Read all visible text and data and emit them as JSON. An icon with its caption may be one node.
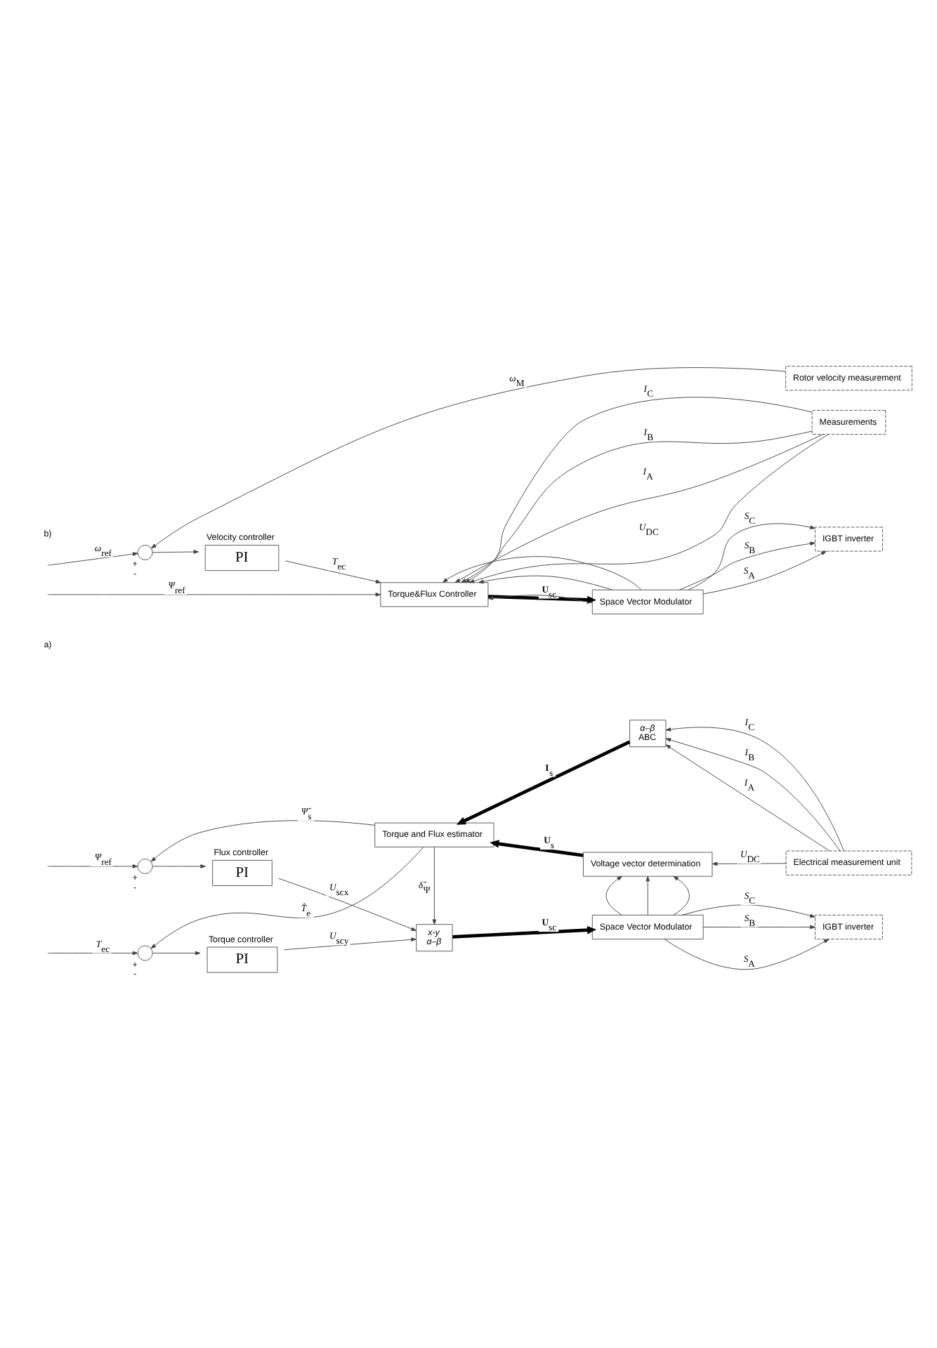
{
  "diagram": {
    "nodes": [
      {
        "text": [],
        "shape": "circle",
        "beside": [
          "+",
          "-"
        ]
      },
      {
        "text": [
          "Flux controller",
          "PI"
        ]
      },
      {
        "text": [],
        "shape": "circle",
        "beside": [
          "+",
          "-"
        ]
      },
      {
        "text": [
          "Torque controller",
          "PI"
        ]
      },
      {
        "text": [
          "*x-y*",
          "*α–β*"
        ]
      },
      {
        "text": [
          "Space Vector Modulator"
        ]
      },
      {
        "text": [
          "IGBT inverter"
        ]
      },
      {
        "text": [
          "Voltage vector determination"
        ]
      },
      {
        "text": [
          "Torque and Flux estimator"
        ]
      },
      {
        "text": [
          "*α–β*",
          "ABC"
        ]
      },
      {
        "text": [
          "Electrical measurement unit"
        ]
      },
      {
        "text": [],
        "shape": "circle",
        "beside": [
          "+",
          "-"
        ]
      },
      {
        "text": [
          "Velocity controller",
          "PI"
        ]
      },
      {
        "text": [
          "Torque&Flux Controller"
        ]
      },
      {
        "text": [
          "Space Vector Modulator"
        ]
      },
      {
        "text": [
          "IGBT inverter"
        ]
      },
      {
        "text": [
          "Measurements"
        ]
      },
      {
        "text": [
          "Rotor velocity measurement"
        ]
      }
    ],
    "edges": [
      {
        "from": null,
        "to": 0,
        "arrow": "to",
        "label": "*Ψ*$_{ref}$"
      },
      {
        "from": 0,
        "to": 1,
        "arrow": "to"
      },
      {
        "from": 1,
        "to": 4,
        "arrow": "to",
        "label": "*U*$_{scx}$"
      },
      {
        "from": null,
        "to": 2,
        "arrow": "to",
        "label": "*T*$_{ec}$"
      },
      {
        "from": 2,
        "to": 3,
        "arrow": "to"
      },
      {
        "from": 3,
        "to": 4,
        "arrow": "to",
        "label": "*U*$_{scy}$"
      },
      {
        "from": 4,
        "to": 5,
        "arrow": "to",
        "label": "**U**$_{sc}$",
        "style": "thick"
      },
      {
        "from": 5,
        "to": 6,
        "arrow": "to",
        "label": "*S*$_{A}$"
      },
      {
        "from": 5,
        "to": 6,
        "arrow": "to",
        "label": "*S*$_{B}$"
      },
      {
        "from": 5,
        "to": 6,
        "arrow": "to",
        "label": "*S*$_{C}$"
      },
      {
        "from": 5,
        "to": 7,
        "arrow": "to"
      },
      {
        "from": 5,
        "to": 7,
        "arrow": "to"
      },
      {
        "from": 5,
        "to": 7,
        "arrow": "to"
      },
      {
        "from": 10,
        "to": 7,
        "arrow": "to",
        "label": "*U*$_{DC}$"
      },
      {
        "from": 10,
        "to": 9,
        "arrow": "to",
        "label": "*I*$_{A}$"
      },
      {
        "from": 10,
        "to": 9,
        "arrow": "to",
        "label": "*I*$_{B}$"
      },
      {
        "from": 10,
        "to": 9,
        "arrow": "to",
        "label": "*I*$_{C}$"
      },
      {
        "from": 7,
        "to": 8,
        "arrow": "to",
        "label": "**U**$_{s}$",
        "style": "thick"
      },
      {
        "from": 9,
        "to": 8,
        "arrow": "to",
        "label": "**I**$_{s}$",
        "style": "thick"
      },
      {
        "from": 8,
        "to": 4,
        "arrow": "to",
        "label": "*δ̂*$_{Ψ}$"
      },
      {
        "from": 8,
        "to": 0,
        "arrow": "to",
        "label": "*Ψ̂*$_{s}$"
      },
      {
        "from": 8,
        "to": 2,
        "arrow": "to",
        "label": "*T̂*$_{e}$"
      },
      {
        "from": null,
        "to": 11,
        "arrow": "to",
        "label": "*ω*$_{ref}$"
      },
      {
        "from": 11,
        "to": 12,
        "arrow": "to"
      },
      {
        "from": 12,
        "to": 13,
        "arrow": "to",
        "label": "*T*$_{ec}$"
      },
      {
        "from": null,
        "to": 13,
        "arrow": "to",
        "label": "*Ψ*$_{ref}$"
      },
      {
        "from": 13,
        "to": 14,
        "arrow": "to",
        "label": "**U**$_{sc}$",
        "style": "thick"
      },
      {
        "from": 14,
        "to": 15,
        "arrow": "to",
        "label": "*S*$_{A}$"
      },
      {
        "from": 14,
        "to": 15,
        "arrow": "to",
        "label": "*S*$_{B}$"
      },
      {
        "from": 14,
        "to": 15,
        "arrow": "to",
        "label": "*S*$_{C}$"
      },
      {
        "from": 14,
        "to": 13,
        "arrow": "to"
      },
      {
        "from": 14,
        "to": 13,
        "arrow": "to"
      },
      {
        "from": 14,
        "to": 13,
        "arrow": "to"
      },
      {
        "from": 16,
        "to": 13,
        "arrow": "to",
        "label": "*U*$_{DC}$"
      },
      {
        "from": 16,
        "to": 13,
        "arrow": "to",
        "label": "*I*$_{A}$"
      },
      {
        "from": 16,
        "to": 13,
        "arrow": "to",
        "label": "*I*$_{B}$"
      },
      {
        "from": 16,
        "to": 13,
        "arrow": "to",
        "label": "*I*$_{C}$"
      },
      {
        "from": 17,
        "to": 11,
        "arrow": "to",
        "label": "*ω*$_{M}$"
      }
    ],
    "labels": [
      "a)",
      "b)"
    ]
  }
}
